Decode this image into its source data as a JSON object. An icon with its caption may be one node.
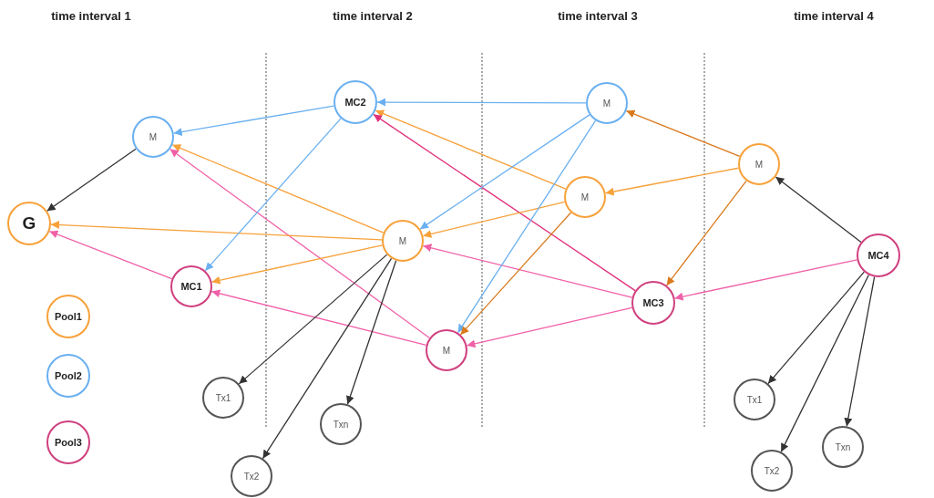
{
  "diagram": {
    "nodes": [
      {
        "text": [
          "G"
        ]
      },
      {
        "text": [
          "M"
        ]
      },
      {
        "text": [
          "MC1"
        ]
      },
      {
        "text": [
          "MC2"
        ]
      },
      {
        "text": [
          "M"
        ]
      },
      {
        "text": [
          "M"
        ]
      },
      {
        "text": [
          "M"
        ]
      },
      {
        "text": [
          "M"
        ]
      },
      {
        "text": [
          "MC3"
        ]
      },
      {
        "text": [
          "M"
        ]
      },
      {
        "text": [
          "MC4"
        ]
      },
      {
        "text": [
          "Tx1"
        ]
      },
      {
        "text": [
          "Tx2"
        ]
      },
      {
        "text": [
          "Txn"
        ]
      },
      {
        "text": [
          "Tx1"
        ]
      },
      {
        "text": [
          "Tx2"
        ]
      },
      {
        "text": [
          "Txn"
        ]
      }
    ],
    "edges": [
      {
        "from": 1,
        "to": 0,
        "arrow": "to"
      },
      {
        "from": 3,
        "to": 1,
        "arrow": "to",
        "color": "#6ab0f0"
      },
      {
        "from": 4,
        "to": 1,
        "arrow": "to",
        "color": "#f7a13a"
      },
      {
        "from": 5,
        "to": 1,
        "arrow": "to",
        "color": "#f060a8"
      },
      {
        "from": 4,
        "to": 0,
        "arrow": "to",
        "color": "#f7a13a"
      },
      {
        "from": 2,
        "to": 0,
        "arrow": "to",
        "color": "#f060a8"
      },
      {
        "from": 3,
        "to": 2,
        "arrow": "to",
        "color": "#6ab0f0"
      },
      {
        "from": 4,
        "to": 2,
        "arrow": "to",
        "color": "#f7a13a"
      },
      {
        "from": 5,
        "to": 2,
        "arrow": "to",
        "color": "#f060a8"
      },
      {
        "from": 6,
        "to": 3,
        "arrow": "to",
        "color": "#6ab0f0"
      },
      {
        "from": 7,
        "to": 3,
        "arrow": "to",
        "color": "#f7a13a"
      },
      {
        "from": 8,
        "to": 3,
        "arrow": "to",
        "color": "#e0307a"
      },
      {
        "from": 6,
        "to": 4,
        "arrow": "to",
        "color": "#6ab0f0"
      },
      {
        "from": 7,
        "to": 4,
        "arrow": "to",
        "color": "#f7a13a"
      },
      {
        "from": 8,
        "to": 4,
        "arrow": "to",
        "color": "#f060a8"
      },
      {
        "from": 6,
        "to": 5,
        "arrow": "to",
        "color": "#6ab0f0"
      },
      {
        "from": 7,
        "to": 5,
        "arrow": "to",
        "color": "#d97a1e"
      },
      {
        "from": 8,
        "to": 5,
        "arrow": "to",
        "color": "#f060a8"
      },
      {
        "from": 9,
        "to": 6,
        "arrow": "to",
        "color": "#d97a1e"
      },
      {
        "from": 9,
        "to": 7,
        "arrow": "to",
        "color": "#f7a13a"
      },
      {
        "from": 9,
        "to": 8,
        "arrow": "to",
        "color": "#d97a1e"
      },
      {
        "from": 10,
        "to": 9,
        "arrow": "to"
      },
      {
        "from": 10,
        "to": 8,
        "arrow": "to",
        "color": "#f060a8"
      },
      {
        "from": 4,
        "to": 11,
        "arrow": "to"
      },
      {
        "from": 4,
        "to": 12,
        "arrow": "to"
      },
      {
        "from": 4,
        "to": 13,
        "arrow": "to"
      },
      {
        "from": 10,
        "to": 14,
        "arrow": "to"
      },
      {
        "from": 10,
        "to": 15,
        "arrow": "to"
      },
      {
        "from": 10,
        "to": 16,
        "arrow": "to"
      }
    ],
    "labels": [
      "time interval 1",
      "time interval 2",
      "time interval 3",
      "time interval 4"
    ],
    "legend": [
      {
        "text": "Pool1",
        "color": "#f7a13a"
      },
      {
        "text": "Pool2",
        "color": "#6ab0f0"
      },
      {
        "text": "Pool3",
        "color": "#d0407f"
      }
    ]
  }
}
